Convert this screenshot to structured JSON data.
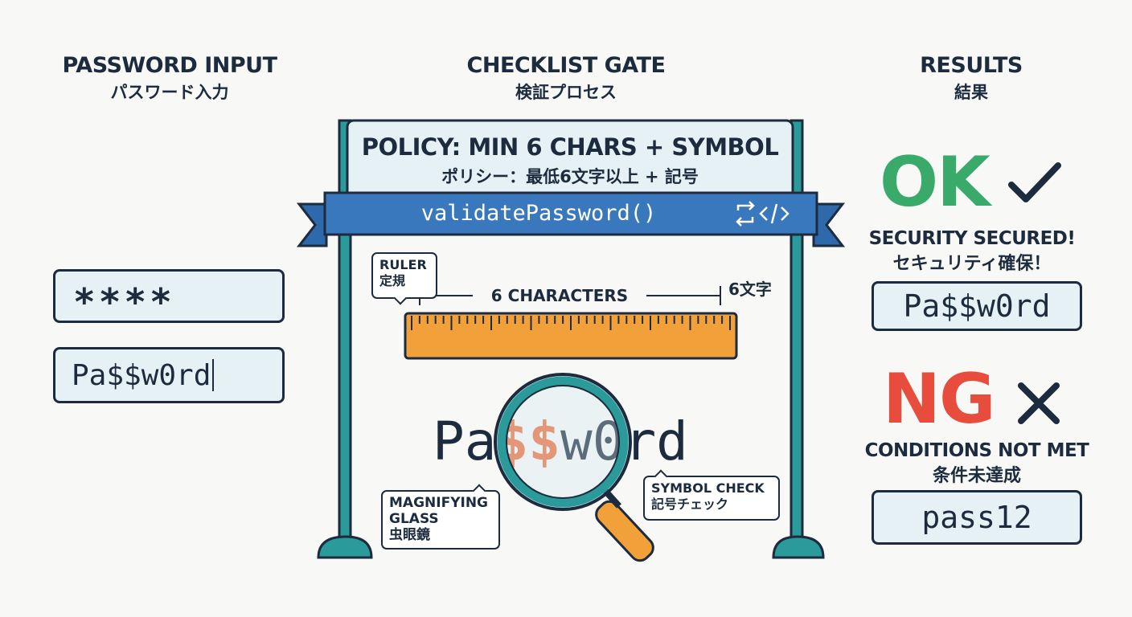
{
  "columns": {
    "input": {
      "title": "PASSWORD INPUT",
      "subtitle": "パスワード入力"
    },
    "gate": {
      "title": "CHECKLIST GATE",
      "subtitle": "検証プロセス"
    },
    "results": {
      "title": "RESULTS",
      "subtitle": "結果"
    }
  },
  "input_fields": {
    "masked": "****",
    "plain": "Pa$$w0rd"
  },
  "gate": {
    "policy_en": "POLICY: MIN 6 CHARS + SYMBOL",
    "policy_ja": "ポリシー：最低6文字以上 + 記号",
    "function_name": "validatePassword()",
    "ruler_label_en": "RULER",
    "ruler_label_ja": "定規",
    "length_label": "6 CHARACTERS",
    "length_label_ja": "6文字",
    "sample_prefix": "Pa",
    "sample_symbols": "$$",
    "sample_suffix": "w0rd",
    "magnifier_label_en": "MAGNIFYING\nGLASS",
    "magnifier_label_ja": "虫眼鏡",
    "symbol_check_en": "SYMBOL CHECK",
    "symbol_check_ja": "記号チェック"
  },
  "results": {
    "ok": {
      "status": "OK",
      "message_en": "SECURITY SECURED!",
      "message_ja": "セキュリティ確保！",
      "example": "Pa$$w0rd"
    },
    "ng": {
      "status": "NG",
      "message_en": "CONDITIONS NOT MET",
      "message_ja": "条件未達成",
      "example": "pass12"
    }
  },
  "colors": {
    "ink": "#1c2b3d",
    "teal": "#2b9a9a",
    "banner_blue": "#3a78bd",
    "ruler_orange": "#f2a03a",
    "symbol_orange": "#ee6a3a",
    "ok_green": "#3aaa6a",
    "ng_red": "#e84c3d",
    "field_fill": "#e6f1f5"
  },
  "icons": [
    "loop-icon",
    "code-icon",
    "magnifying-glass-icon",
    "check-icon",
    "cross-icon",
    "ruler-icon"
  ]
}
